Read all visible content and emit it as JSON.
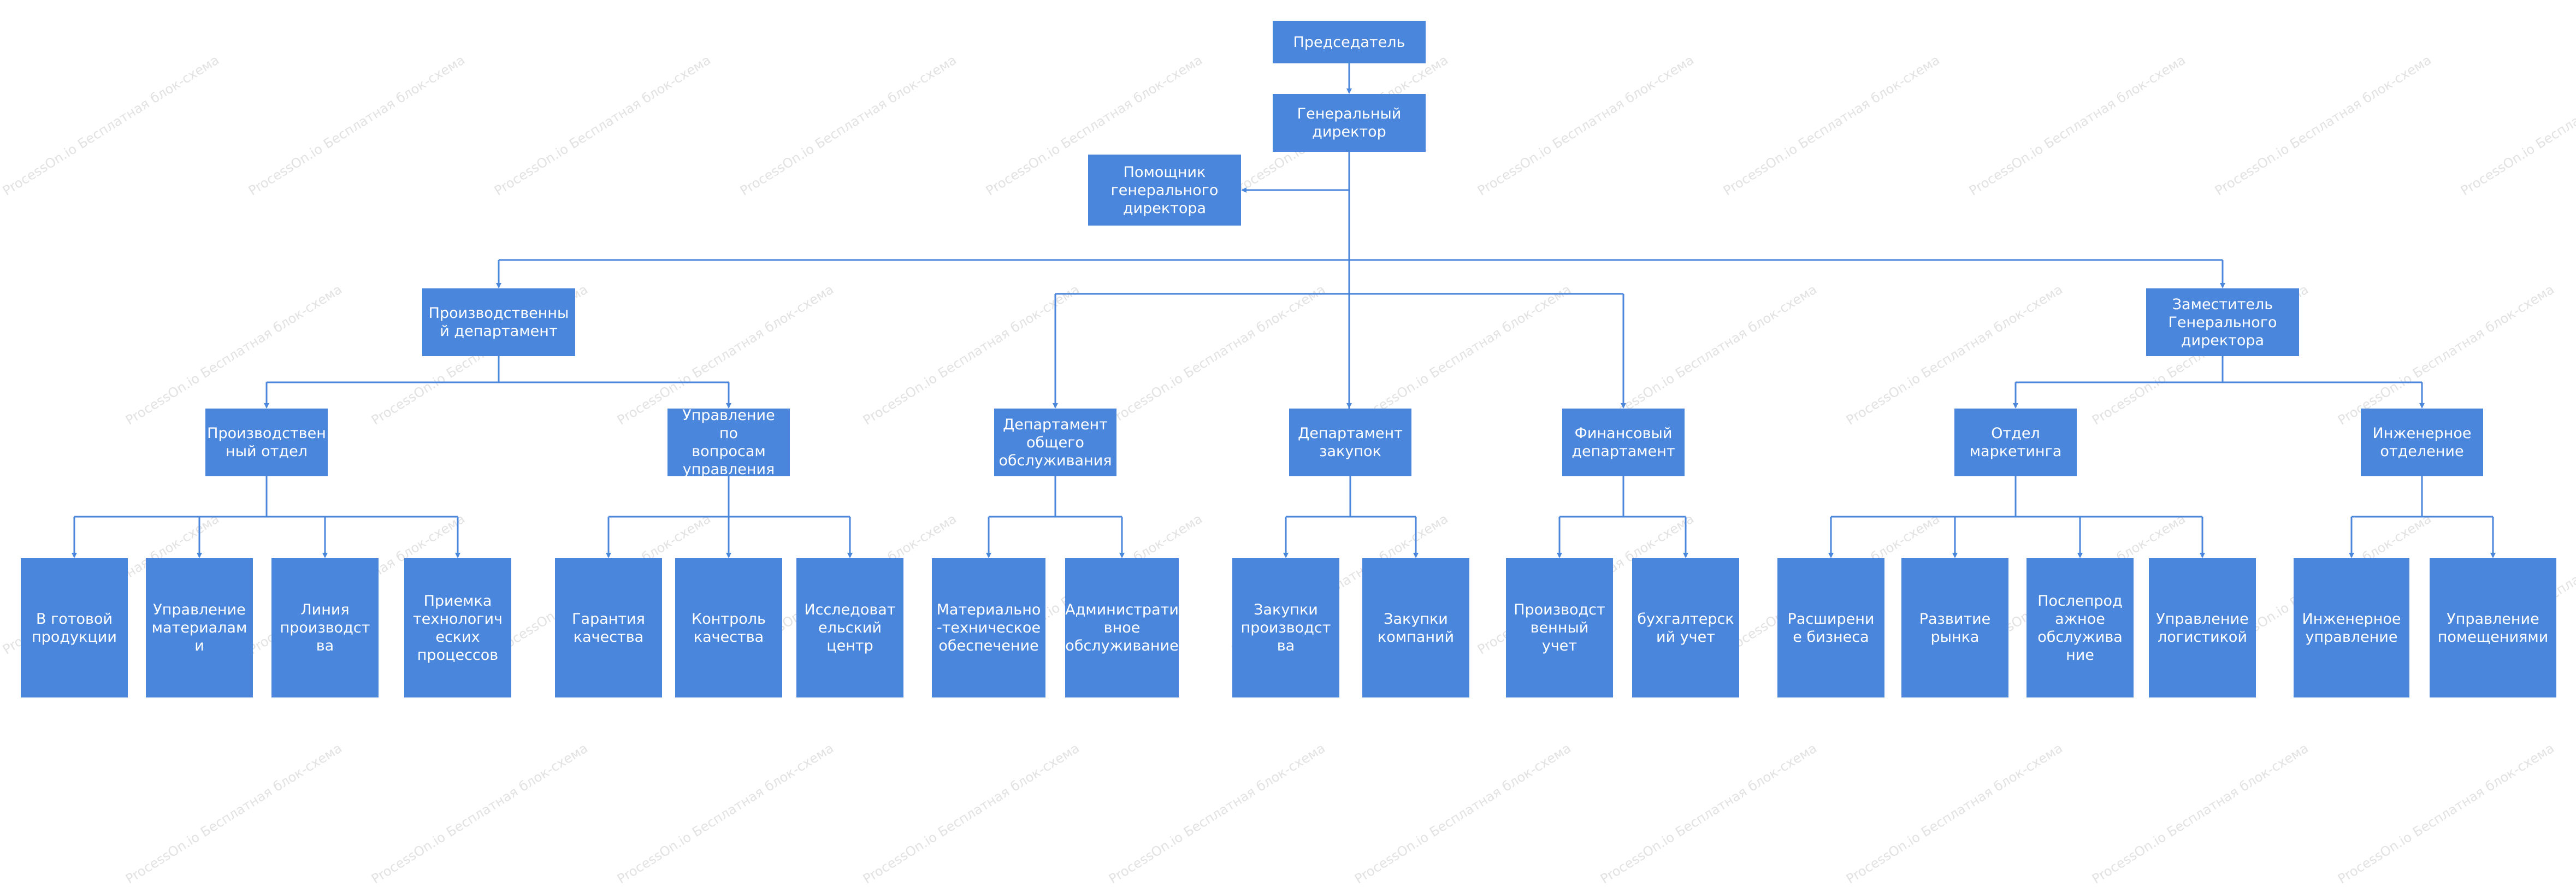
{
  "colors": {
    "node_fill": "#4a86db",
    "node_text": "#ffffff",
    "connector": "#4a86db",
    "watermark": "#e2e2e2"
  },
  "watermark": "ProcessOn.io Бесплатная блок-схема",
  "nodes": {
    "chairman": "Председатель",
    "general_director": "Генеральный\nдиректор",
    "assistant": "Помощник\nгенерального\nдиректора",
    "production_department": "Производственны\nй департамент",
    "deputy_director": "Заместитель\nГенерального\nдиректора",
    "production_unit": "Производствен\nный отдел",
    "management_affairs": "Управление по\nвопросам\nуправления",
    "general_services": "Департамент\nобщего\nобслуживания",
    "procurement_dept": "Департамент\nзакупок",
    "finance_dept": "Финансовый\nдепартамент",
    "marketing_dept": "Отдел\nмаркетинга",
    "engineering_dept": "Инженерное\nотделение",
    "finished_products": "В готовой\nпродукции",
    "materials_management": "Управление\nматериалам\nи",
    "production_line": "Линия\nпроизводст\nва",
    "tech_acceptance": "Приемка\nтехнологич\nеских\nпроцессов",
    "quality_assurance": "Гарантия\nкачества",
    "quality_control": "Контроль\nкачества",
    "research_center": "Исследоват\nельский\nцентр",
    "logistics_supply": "Материально\n-техническое\nобеспечение",
    "admin_service": "Администрати\nвное\nобслуживание",
    "production_purchasing": "Закупки\nпроизводст\nва",
    "company_purchasing": "Закупки\nкомпаний",
    "production_accounting": "Производст\nвенный\nучет",
    "bookkeeping": "бухгалтерск\nий учет",
    "business_expansion": "Расширени\nе бизнеса",
    "market_development": "Развитие\nрынка",
    "after_sales": "Послепрод\nажное\nобслужива\nние",
    "logistics_management": "Управление\nлогистикой",
    "engineering_management": "Инженерное\nуправление",
    "facility_management": "Управление\nпомещениями"
  }
}
